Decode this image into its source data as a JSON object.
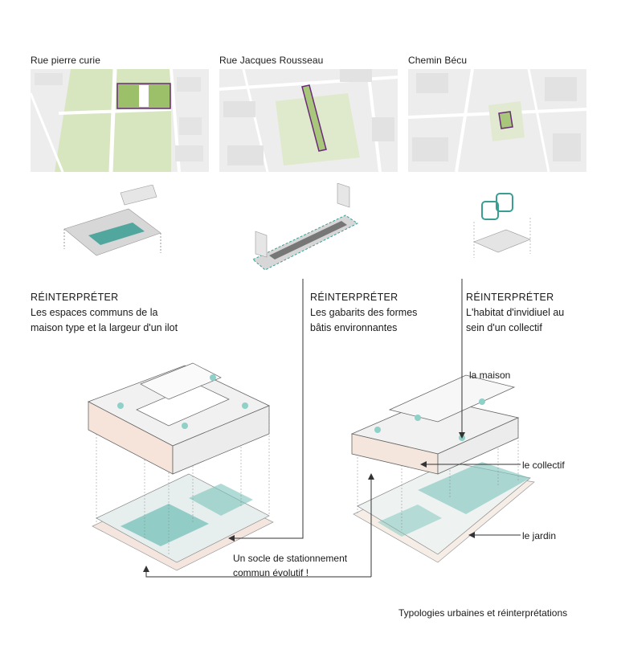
{
  "sites": [
    {
      "title": "Rue pierre curie"
    },
    {
      "title": "Rue Jacques Rousseau"
    },
    {
      "title": "Chemin Bécu"
    }
  ],
  "concepts": [
    {
      "heading": "RÉINTERPRÉTER",
      "line1": "Les espaces communs de la",
      "line2": "maison type et la largeur d'un ilot"
    },
    {
      "heading": "RÉINTERPRÉTER",
      "line1": "Les gabarits des formes",
      "line2": "bâtis environnantes"
    },
    {
      "heading": "RÉINTERPRÉTER",
      "line1": "L'habitat d'invidiuel au",
      "line2": "sein d'un collectif"
    }
  ],
  "callouts": {
    "maison": "la maison",
    "collectif": "le collectif",
    "jardin": "le jardin",
    "socle_line1": "Un socle de stationnement",
    "socle_line2": "commun évolutif !"
  },
  "caption": "Typologies urbaines et réinterprétations",
  "colors": {
    "accent_teal": "#3a9e93",
    "plot_purple": "#6a2b7a",
    "green_block": "#c9dba7",
    "arrow": "#555555"
  }
}
